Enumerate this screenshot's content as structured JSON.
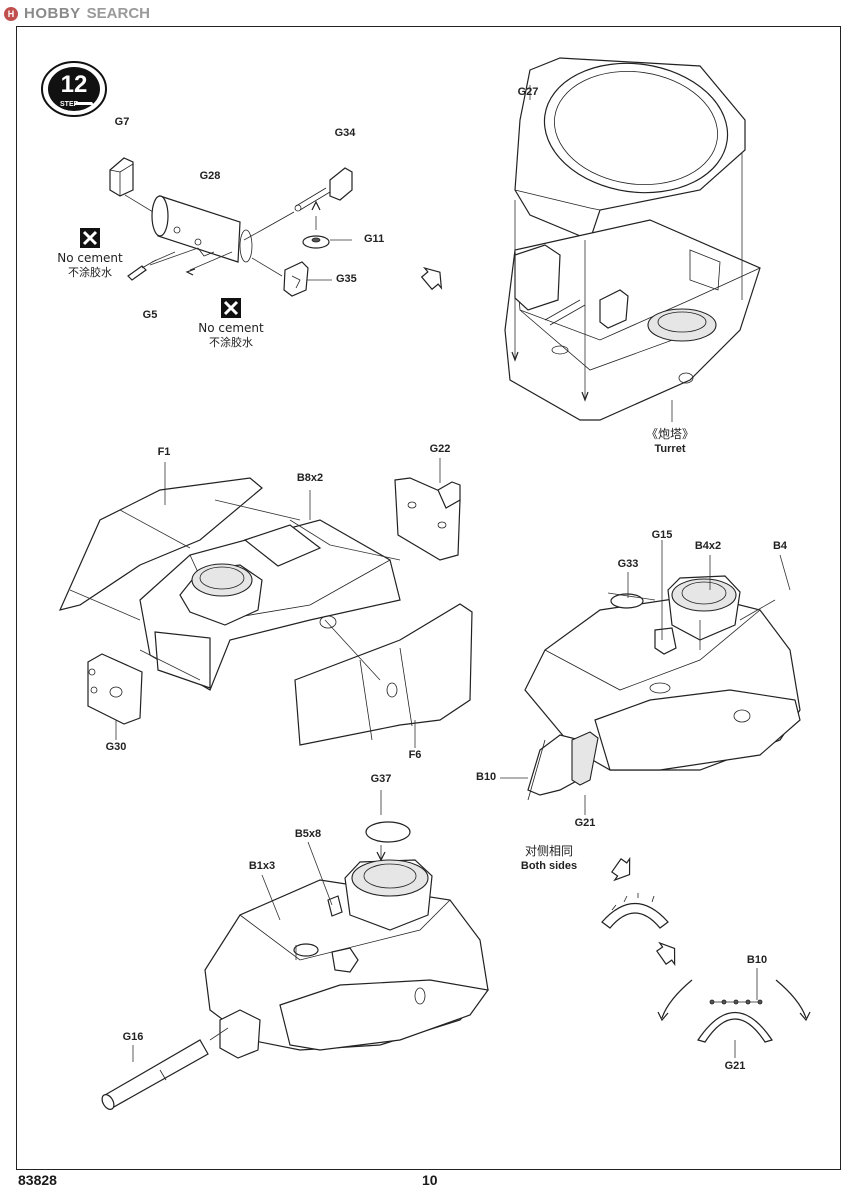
{
  "watermark": {
    "brand": "HOBBY",
    "search": "SEARCH"
  },
  "step": {
    "number": "12",
    "word": "STEP"
  },
  "labels": {
    "g7": "G7",
    "g28": "G28",
    "g34": "G34",
    "g11": "G11",
    "g35": "G35",
    "g5": "G5",
    "g27": "G27",
    "f1": "F1",
    "g22": "G22",
    "b8x2": "B8x2",
    "g30": "G30",
    "f6": "F6",
    "g15": "G15",
    "b4x2": "B4x2",
    "b4": "B4",
    "g33": "G33",
    "b10a": "B10",
    "g21a": "G21",
    "g37": "G37",
    "b5x8": "B5x8",
    "b1x3": "B1x3",
    "g16": "G16",
    "b10b": "B10",
    "g21b": "G21"
  },
  "notes": {
    "no_cement_1": "No cement",
    "no_cement_1_cn": "不涂胶水",
    "no_cement_2": "No cement",
    "no_cement_2_cn": "不涂胶水",
    "turret_cn": "《炮塔》",
    "turret": "Turret",
    "both_sides_cn": "对侧相同",
    "both_sides": "Both sides"
  },
  "footer": {
    "kit_number": "83828",
    "page_number": "10"
  }
}
